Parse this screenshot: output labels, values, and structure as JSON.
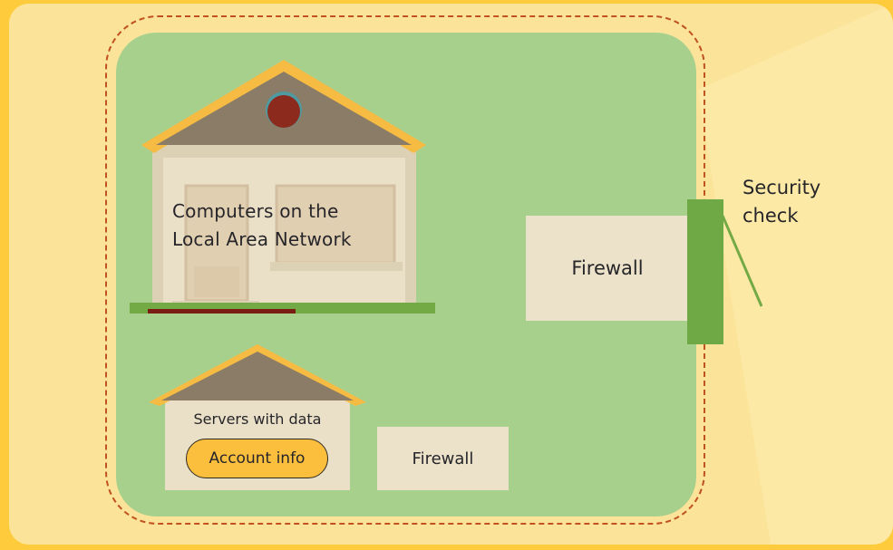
{
  "diagram": {
    "lan_house": {
      "label_lines": [
        "Computers on the",
        "Local Area Network"
      ]
    },
    "server_house": {
      "label": "Servers with data",
      "badge": "Account info"
    },
    "firewalls": {
      "main": "Firewall",
      "inner": "Firewall"
    },
    "security_check": {
      "label_lines": [
        "Security",
        "check"
      ]
    },
    "colors": {
      "background": "#fdcb3c",
      "card": "#fbe499",
      "lawn": "#a8d08d",
      "perimeter": "#c0521f",
      "roof": "#8a7c66",
      "roof_trim": "#f6bb43",
      "wall": "#e9dfc6",
      "security_gate": "#6fa945",
      "badge": "#fcbf3d"
    }
  }
}
